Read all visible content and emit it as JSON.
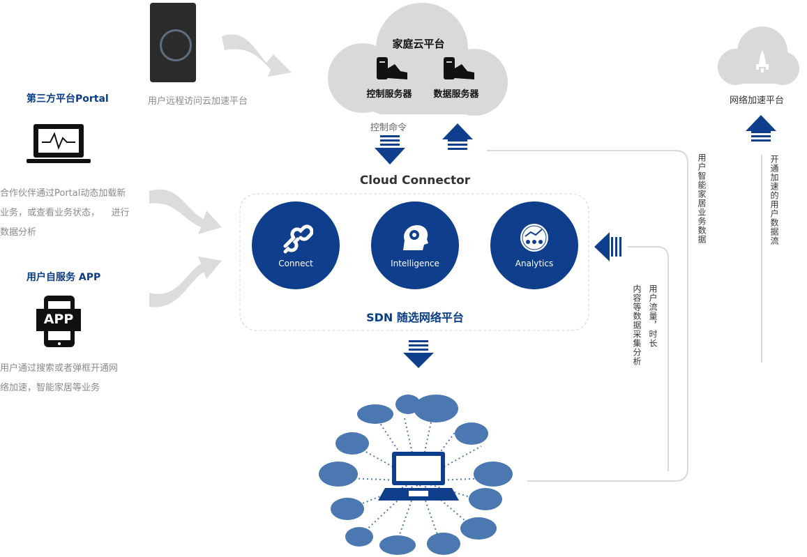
{
  "cloud": {
    "title": "家庭云平台",
    "server1": "控制服务器",
    "server2": "数据服务器"
  },
  "remote_access": "用户远程访问云加速平台",
  "control_command": "控制命令",
  "connector_title": "Cloud Connector",
  "platform_name": "SDN 随选网络平台",
  "modules": [
    "Connect",
    "Intelligence",
    "Analytics"
  ],
  "left": {
    "portal_title": "第三方平台Portal",
    "portal_desc_lines": [
      "合作伙伴通过Portal动态加载新",
      "业务，或查看业务状态，    进行",
      "数据分析"
    ],
    "app_title": "用户自服务 APP",
    "app_icon_text": "APP",
    "app_desc_lines": [
      "用户通过搜索或者弹框开通网",
      "络加速，智能家居等业务"
    ]
  },
  "right": {
    "accel_title": "网络加速平台",
    "smart_home_data": "用户智能家居业务数据",
    "open_accel_data": "开通加速的用户数据流",
    "traffic_line1": "用户流量，时长",
    "traffic_line2": "内容等数据采集分析"
  },
  "colors": {
    "navy": "#0f3f8c",
    "cloud_grey": "#d9d9d9",
    "icon_blue": "#4b78b0",
    "arrow_grey": "#dcdcdc"
  }
}
